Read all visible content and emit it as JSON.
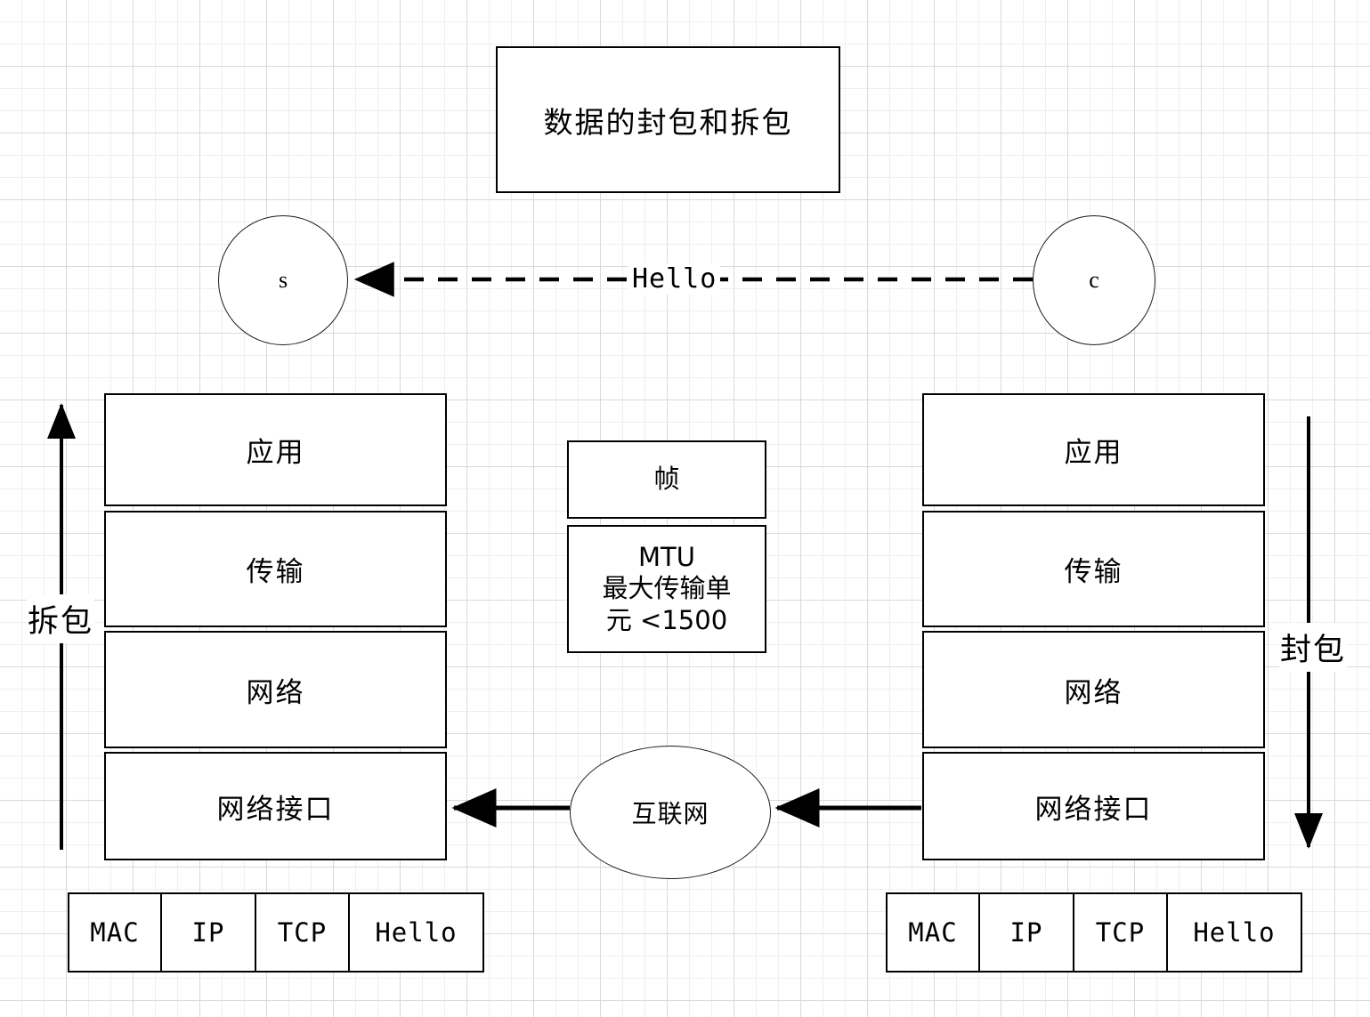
{
  "diagram": {
    "title_box": {
      "text": "数据的封包和拆包"
    },
    "nodes": {
      "server": {
        "label": "s"
      },
      "client": {
        "label": "c"
      },
      "internet": {
        "label": "互联网"
      }
    },
    "message": {
      "label": "Hello"
    },
    "left_side_label": "拆包",
    "right_side_label": "封包",
    "left_stack": {
      "name": "server-protocol-stack",
      "layers": [
        {
          "label": "应用"
        },
        {
          "label": "传输"
        },
        {
          "label": "网络"
        },
        {
          "label": "网络接口"
        }
      ]
    },
    "right_stack": {
      "name": "client-protocol-stack",
      "layers": [
        {
          "label": "应用"
        },
        {
          "label": "传输"
        },
        {
          "label": "网络"
        },
        {
          "label": "网络接口"
        }
      ]
    },
    "center_notes": [
      {
        "name": "frame-note",
        "lines": [
          "帧"
        ]
      },
      {
        "name": "mtu-note",
        "lines": [
          "MTU",
          "最大传输单",
          "元 <1500"
        ]
      }
    ],
    "left_packet": {
      "name": "server-packet",
      "cells": [
        "MAC",
        "IP",
        "TCP",
        "Hello"
      ]
    },
    "right_packet": {
      "name": "client-packet",
      "cells": [
        "MAC",
        "IP",
        "TCP",
        "Hello"
      ]
    },
    "colors": {
      "stroke": "#000000",
      "grid_major": "#d9d9d9",
      "grid_minor": "#efefef",
      "background": "#ffffff"
    }
  }
}
